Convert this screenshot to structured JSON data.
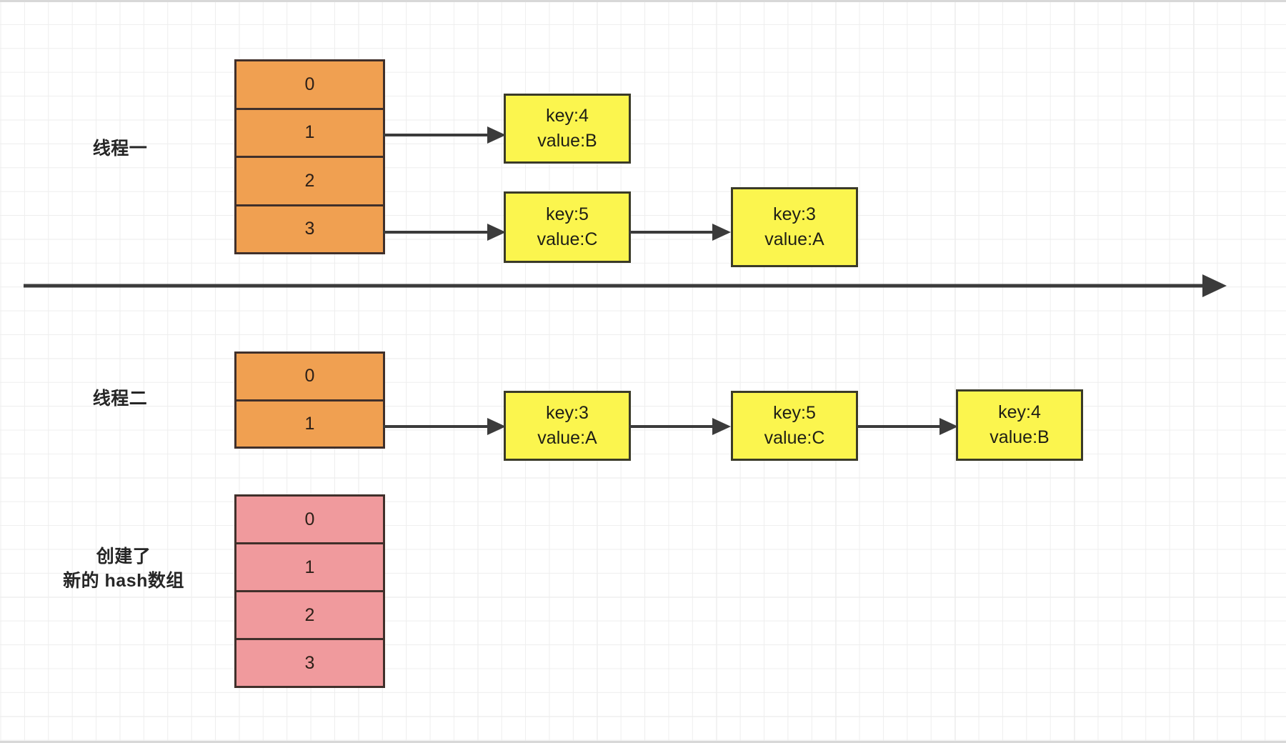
{
  "diagram": {
    "title_alt": "HashMap concurrent resize thread diagram",
    "background": {
      "grid_minor_color": "#eeeeee",
      "grid_major_color": "#e2e2e2",
      "page_color": "#ffffff"
    },
    "palette": {
      "orange_fill": "#F0A051",
      "orange_stroke": "#40302B",
      "pink_fill": "#F09A9D",
      "yellow_fill": "#FBF54E",
      "yellow_stroke": "#3A3A28",
      "arrow_color": "#3B3B3B"
    }
  },
  "thread_one": {
    "label": "线程一",
    "array": {
      "name": "hash-array",
      "color": "#F0A051",
      "cells": [
        "0",
        "1",
        "2",
        "3"
      ]
    },
    "chains": [
      {
        "from_cell": "1",
        "nodes": [
          {
            "key": "key:4",
            "value": "value:B"
          }
        ]
      },
      {
        "from_cell": "3",
        "nodes": [
          {
            "key": "key:5",
            "value": "value:C"
          },
          {
            "key": "key:3",
            "value": "value:A"
          }
        ]
      }
    ]
  },
  "timeline": {
    "name": "time-axis",
    "direction": "right"
  },
  "thread_two": {
    "label": "线程二",
    "array": {
      "name": "hash-array",
      "color": "#F0A051",
      "cells": [
        "0",
        "1"
      ]
    },
    "chains": [
      {
        "from_cell": "1",
        "nodes": [
          {
            "key": "key:3",
            "value": "value:A"
          },
          {
            "key": "key:5",
            "value": "value:C"
          },
          {
            "key": "key:4",
            "value": "value:B"
          }
        ]
      }
    ]
  },
  "new_array": {
    "label": "创建了\n新的 hash数组",
    "array": {
      "name": "new-hash-array",
      "color": "#F09A9D",
      "cells": [
        "0",
        "1",
        "2",
        "3"
      ]
    }
  }
}
